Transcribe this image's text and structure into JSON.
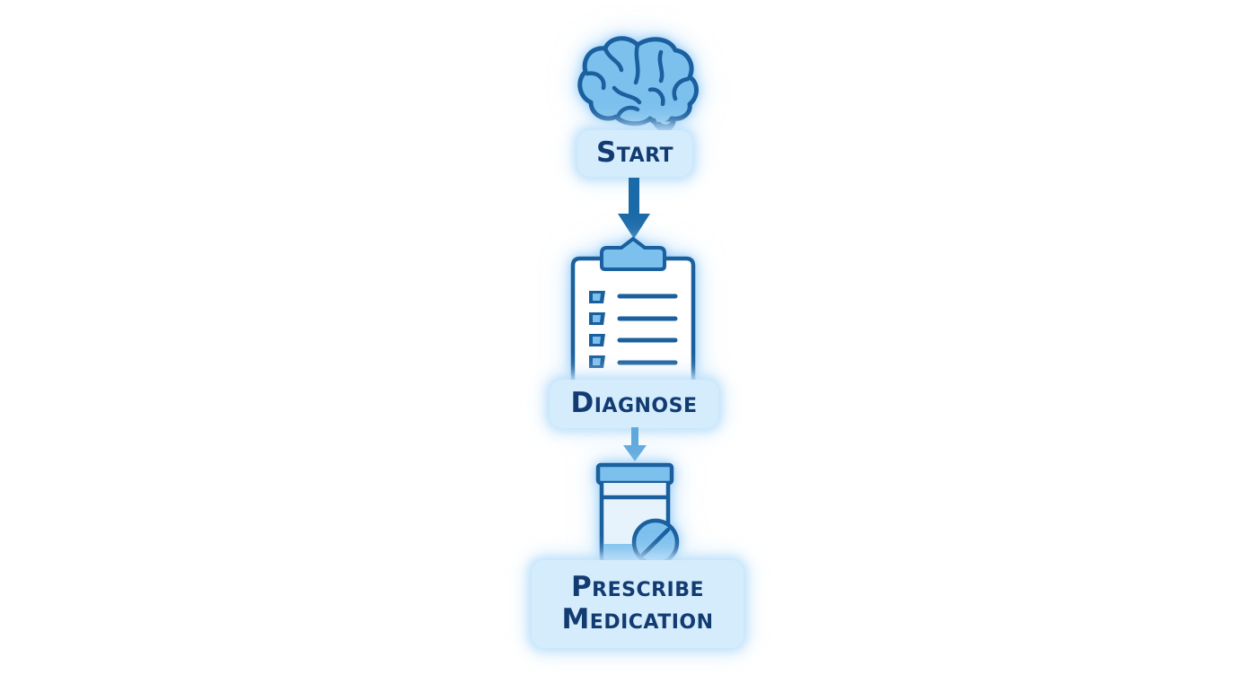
{
  "steps": [
    {
      "id": "start",
      "label": "Start",
      "icon": "brain-icon"
    },
    {
      "id": "diagnose",
      "label": "Diagnose",
      "icon": "clipboard-checklist-icon"
    },
    {
      "id": "prescribe",
      "label_lines": [
        "Prescribe",
        "Medication"
      ],
      "icon": "medication-bottle-icon"
    }
  ],
  "connectors": [
    {
      "from": "start",
      "to": "diagnose",
      "style": "solid-dark-arrow"
    },
    {
      "from": "diagnose",
      "to": "prescribe",
      "style": "light-arrow"
    }
  ],
  "colors": {
    "background": "#ffffff",
    "icon_stroke": "#1a5f9e",
    "icon_fill": "#7cc0ee",
    "icon_fill_light": "#e6f3fc",
    "label_bg": "#d4ecfc",
    "label_text": "#123b72",
    "arrow_dark": "#1b6aa8",
    "arrow_light": "#5fa9dd"
  }
}
